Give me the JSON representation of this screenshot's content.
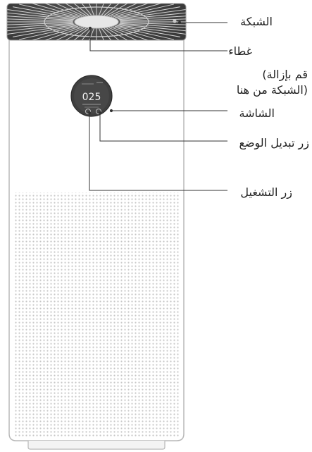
{
  "labels": {
    "grille": "الشبكة",
    "cover": "غطاء",
    "remove_note_line1": "قم بإزالة)",
    "remove_note_line2": "(الشبكة من هنا",
    "screen": "الشاشة",
    "mode_button": "زر تبديل الوضع",
    "power_button": "زر التشغيل"
  },
  "display": {
    "reading": "025"
  },
  "colors": {
    "body": "#ffffff",
    "outline": "#b5b5b5",
    "top_cap": "#4a4a4a",
    "screen": "#3d3d3d",
    "perforation": "#c9c9c9",
    "leader": "#333333"
  }
}
